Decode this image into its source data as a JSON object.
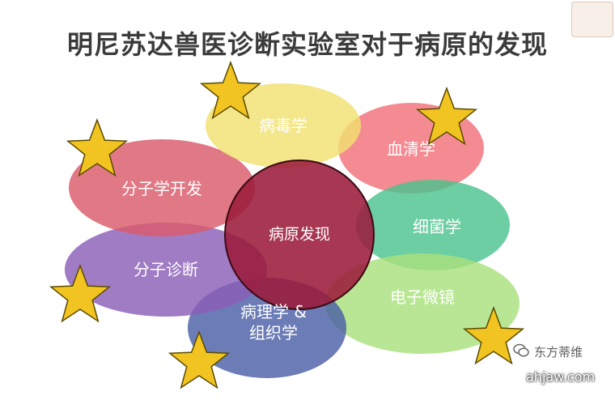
{
  "title": "明尼苏达兽医诊断实验室对于病原的发现",
  "center_label": "病原发现",
  "petals": [
    {
      "label": "血清学",
      "color": "#f2707a",
      "star": true
    },
    {
      "label": "细菌学",
      "color": "#4cc38d",
      "star": false
    },
    {
      "label": "电子微镜",
      "color": "#a9e07c",
      "star": true
    },
    {
      "label": "病理学 &\n组织学",
      "color": "#4a5fa6",
      "star": true
    },
    {
      "label": "分子诊断",
      "color": "#8b5fb8",
      "star": true
    },
    {
      "label": "分子学开发",
      "color": "#db5a6a",
      "star": true
    },
    {
      "label": "病毒学",
      "color": "#f2e070",
      "star": true
    }
  ],
  "center_color": "#9b1b3b",
  "star_color": "#f2c421",
  "watermark": {
    "icon": "wechat-icon",
    "label": "东方蒂维",
    "site": "ahjaw.com"
  }
}
